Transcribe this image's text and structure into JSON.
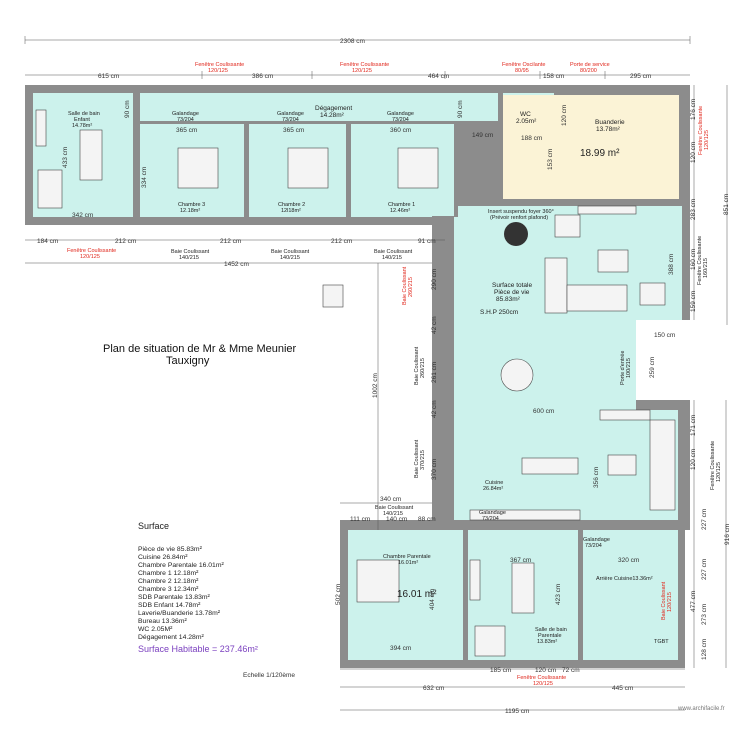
{
  "title": {
    "line1": "Plan de situation de Mr & Mme Meunier",
    "line2": "Tauxigny"
  },
  "summary": {
    "heading": "Surface",
    "items": [
      "Pièce de vie 85.83m²",
      "Cuisine 26.84m²",
      "Chambre Parentale 16.01m²",
      "Chambre 1 12.18m²",
      "Chambre 2 12.18m²",
      "Chambre 3 12.34m²",
      "SDB Parentale 13.83m²",
      "SDB Enfant 14.78m²",
      "Laverie/Buanderie 13.78m²",
      "Bureau 13.36m²",
      "WC 2.05M²",
      "Dégagement 14.28m²"
    ],
    "habitable": "Surface Habitable = 237.46m²"
  },
  "scale": "Echelle 1/120ème",
  "watermark": "www.archifacile.fr",
  "rooms": {
    "sdb_enfant": [
      "Salle de bain",
      "Enfant",
      "14.78m²"
    ],
    "degagement": [
      "Dégagement",
      "14.28m²"
    ],
    "galandage1": [
      "Galandage",
      "73/204"
    ],
    "galandage2": [
      "Galandage",
      "73/204"
    ],
    "galandage3": [
      "Galandage",
      "73/204"
    ],
    "chambre3": [
      "Chambre 3",
      "12.18m²"
    ],
    "chambre2": [
      "Chambre 2",
      "12l18m²"
    ],
    "chambre1": [
      "Chambre 1",
      "12.46m²"
    ],
    "wc": [
      "WC",
      "2.05m²"
    ],
    "buanderie": [
      "Buanderie",
      "13.78m²"
    ],
    "buanderie_big": "18.99 m²",
    "insert": [
      "Insert suspendu foyer 360°",
      "(Prévoir renfort plafond)"
    ],
    "piece_vie": [
      "Surface totale",
      "Pièce de vie",
      "85.83m²"
    ],
    "shp": "S.H.P 250cm",
    "cuisine": [
      "Cuisine",
      "26.84m²"
    ],
    "galandage4": [
      "Galandage",
      "73/204"
    ],
    "galandage5": [
      "Galandage",
      "73/204"
    ],
    "chambre_parentale": [
      "Chambre Parentale",
      "16.01m²"
    ],
    "chambre_parentale_big": "16.01 m²",
    "sdb_parentale": [
      "Salle de bain",
      "Parentale",
      "13.83m²"
    ],
    "arriere_cuisine": "Arrière Cuisine13.36m²",
    "tgbt": "TGBT"
  },
  "openings": {
    "f_top1": [
      "Fenêtre Coulissante",
      "120/125"
    ],
    "f_top2": [
      "Fenêtre Coulissante",
      "120/125"
    ],
    "f_oscillante": [
      "Fenêtre Oscilante",
      "80/95"
    ],
    "porte_service": [
      "Porte de service",
      "80/200"
    ],
    "f_left": [
      "Fenêtre Coulissante",
      "120/125"
    ],
    "baie1": [
      "Baie Coulissant",
      "140/215"
    ],
    "baie2": [
      "Baie Coulissant",
      "140/215"
    ],
    "baie3": [
      "Baie Coulissant",
      "140/215"
    ],
    "baie_bottom": [
      "Baie Coulissant",
      "140/215"
    ],
    "f_bottom": [
      "Fenêtre Coulissante",
      "120/125"
    ],
    "f_right1": [
      "Fenêtre Coulissante",
      "120/125"
    ],
    "f_right2": [
      "Fenêtre Coulissante",
      "160/215"
    ],
    "f_right3": [
      "Fenêtre Coulissante",
      "120/125"
    ],
    "baie_cuisine": [
      "Baie Coulissant",
      "120/215"
    ],
    "baie_red": [
      "Baie Coulissant",
      "260/215"
    ],
    "baie_vie1": [
      "Baie Coulissant",
      "260/215"
    ],
    "baie_vie2": [
      "Baie Coulissant",
      "370/215"
    ],
    "porte_entree": [
      "Porte d'entrée",
      "100/215"
    ]
  },
  "dims": {
    "d2308": "2308 cm",
    "d615": "615 cm",
    "d386": "386 cm",
    "d464": "464 cm",
    "d158": "158 cm",
    "d295": "295 cm",
    "d365a": "365 cm",
    "d365b": "365 cm",
    "d360": "360 cm",
    "d149": "149 cm",
    "d188": "188 cm",
    "d342": "342 cm",
    "d184": "184 cm",
    "d212a": "212 cm",
    "d212b": "212 cm",
    "d212c": "212 cm",
    "d91": "91 cm",
    "d1452": "1452 cm",
    "d433": "433 cm",
    "d334": "334 cm",
    "d90a": "90 cm",
    "d90b": "90 cm",
    "d120a": "120 cm",
    "d153": "153 cm",
    "d176": "176 cm",
    "d120b": "120 cm",
    "d283": "283 cm",
    "d851": "851 cm",
    "d388": "388 cm",
    "d160": "160 cm",
    "d159": "159 cm",
    "d150": "150 cm",
    "d259": "259 cm",
    "d600": "600 cm",
    "d290": "290 cm",
    "d42a": "42 cm",
    "d261": "261 cm",
    "d42b": "42 cm",
    "d370": "370 cm",
    "d1002": "1002 cm",
    "d356": "356 cm",
    "d171": "171 cm",
    "d120c": "120 cm",
    "d227a": "227 cm",
    "d916": "916 cm",
    "d227b": "227 cm",
    "d340": "340 cm",
    "d111": "111 cm",
    "d140": "140 cm",
    "d88": "88 cm",
    "d367": "367 cm",
    "d320": "320 cm",
    "d502": "502 cm",
    "d404": "404 cm",
    "d423": "423 cm",
    "d394": "394 cm",
    "d477": "477 cm",
    "d273": "273 cm",
    "d128": "128 cm",
    "d185": "185 cm",
    "d120d": "120 cm",
    "d72": "72 cm",
    "d632": "632 cm",
    "d445": "445 cm",
    "d1195": "1195 cm"
  }
}
